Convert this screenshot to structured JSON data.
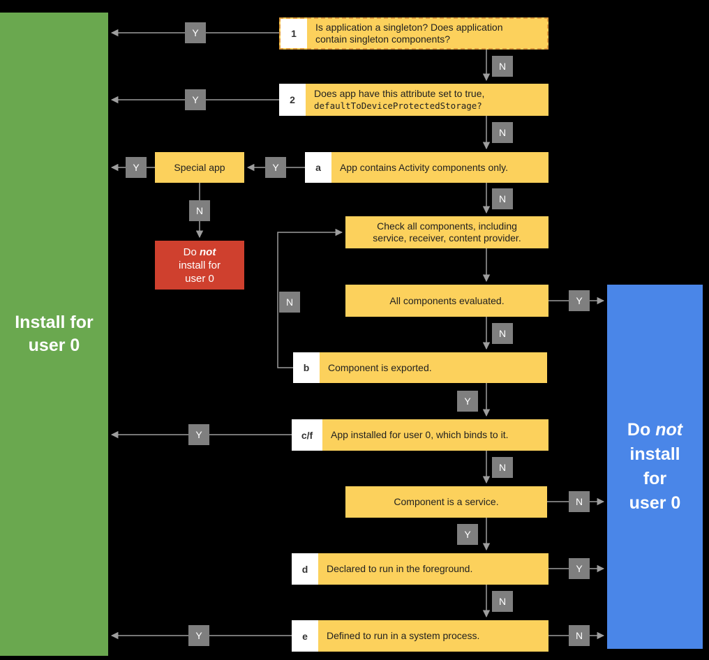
{
  "diagram": {
    "install_terminal": {
      "line1": "Install for",
      "line2": "user 0"
    },
    "not_install_terminal": {
      "word1": "Do",
      "word2_italic": "not",
      "line2": "install",
      "line3": "for",
      "line4": "user 0"
    },
    "red_terminal": {
      "word1": "Do",
      "word2_italic": "not",
      "line2": "install for",
      "line3": "user 0"
    },
    "nodes": {
      "q1": {
        "badge": "1",
        "line1": "Is application a singleton? Does application",
        "line2": "contain singleton components?"
      },
      "q2": {
        "badge": "2",
        "line1": "Does app have this attribute set to true,",
        "line2_code": "defaultToDeviceProtectedStorage?"
      },
      "qa": {
        "badge": "a",
        "text": "App contains Activity components only."
      },
      "special_app": {
        "text": "Special app"
      },
      "check_all": {
        "line1": "Check all components, including",
        "line2": "service, receiver, content provider."
      },
      "all_evaluated": {
        "text": "All components evaluated."
      },
      "qb": {
        "badge": "b",
        "text": "Component is exported."
      },
      "qcf": {
        "badge": "c/f",
        "text": "App installed for user 0, which binds to it."
      },
      "is_service": {
        "text": "Component is a service."
      },
      "qd": {
        "badge": "d",
        "text": "Declared to run in the foreground."
      },
      "qe": {
        "badge": "e",
        "text": "Defined to run in a system process."
      }
    },
    "edge_labels": {
      "yes": "Y",
      "no": "N"
    }
  },
  "colors": {
    "background": "#000000",
    "install_green": "#6aa84f",
    "not_install_blue": "#4a86e8",
    "node_yellow": "#fcd15c",
    "stop_red": "#cf402e",
    "label_gray": "#7f7f7f",
    "line_gray": "#9e9e9e"
  }
}
